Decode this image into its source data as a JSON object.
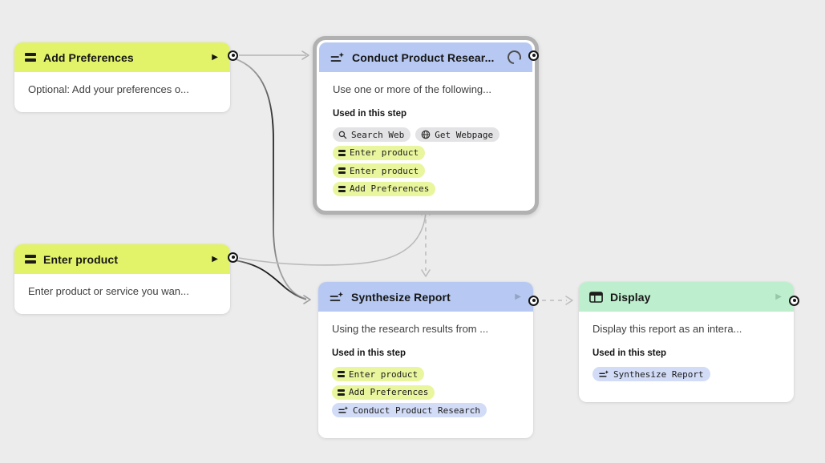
{
  "nodes": [
    {
      "title": "Add Preferences",
      "description": "Optional: Add your preferences o...",
      "icon": "input-icon"
    },
    {
      "title": "Enter product",
      "description": "Enter product or service you wan...",
      "icon": "input-icon"
    },
    {
      "title": "Conduct Product Resear...",
      "description": "Use one or more of the following...",
      "used_label": "Used in this step",
      "status": "running",
      "icon": "generation-icon",
      "tags": [
        {
          "label": "Search Web",
          "icon": "search-icon",
          "color": "gray"
        },
        {
          "label": "Get Webpage",
          "icon": "globe-icon",
          "color": "gray"
        },
        {
          "label": "Enter product",
          "icon": "input-icon",
          "color": "lime"
        },
        {
          "label": "Enter product",
          "icon": "input-icon",
          "color": "lime"
        },
        {
          "label": "Add Preferences",
          "icon": "input-icon",
          "color": "lime"
        }
      ]
    },
    {
      "title": "Synthesize Report",
      "description": "Using the research results from ...",
      "used_label": "Used in this step",
      "icon": "generation-icon",
      "tags": [
        {
          "label": "Enter product",
          "icon": "input-icon",
          "color": "lime"
        },
        {
          "label": "Add Preferences",
          "icon": "input-icon",
          "color": "lime"
        },
        {
          "label": "Conduct Product Research",
          "icon": "generation-icon",
          "color": "blue"
        }
      ]
    },
    {
      "title": "Display",
      "description": "Display this report as an intera...",
      "used_label": "Used in this step",
      "icon": "display-icon",
      "tags": [
        {
          "label": "Synthesize Report",
          "icon": "generation-icon",
          "color": "blue"
        }
      ]
    }
  ],
  "colors": {
    "canvas_bg": "#ececec",
    "header_lime": "#e2f369",
    "header_blue": "#b7c9f2",
    "header_green": "#bdeecd",
    "tag_lime": "#eaf69e",
    "tag_blue": "#d2dcf7",
    "tag_gray": "#e3e3e5",
    "edge_gray": "#b5b5b5",
    "edge_active": "#1a1a1a"
  }
}
